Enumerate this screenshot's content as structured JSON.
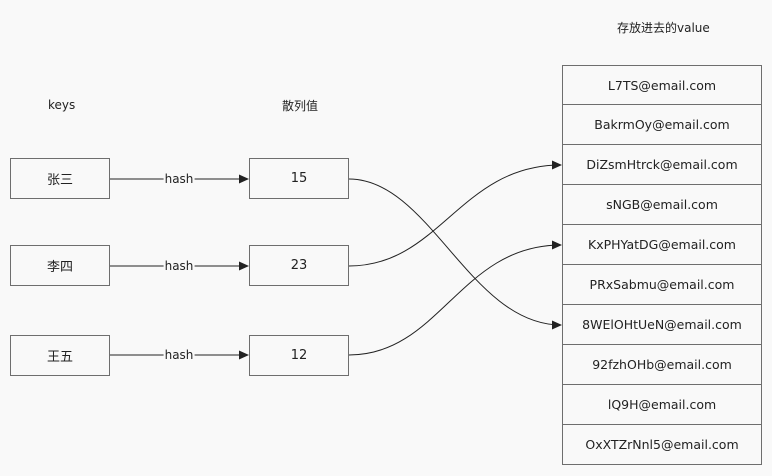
{
  "headers": {
    "keys": "keys",
    "hashes": "散列值",
    "values": "存放进去的value"
  },
  "rows": [
    {
      "key": "张三",
      "edge": "hash",
      "hash": "15"
    },
    {
      "key": "李四",
      "edge": "hash",
      "hash": "23"
    },
    {
      "key": "王五",
      "edge": "hash",
      "hash": "12"
    }
  ],
  "values": [
    "L7TS@email.com",
    "BakrmOy@email.com",
    "DiZsmHtrck@email.com",
    "sNGB@email.com",
    "KxPHYatDG@email.com",
    "PRxSabmu@email.com",
    "8WElOHtUeN@email.com",
    "92fzhOHb@email.com",
    "lQ9H@email.com",
    "OxXTZrNnl5@email.com"
  ],
  "colors": {
    "line": "#222222",
    "border": "#6e6e6e",
    "background": "#f9f9f9"
  }
}
